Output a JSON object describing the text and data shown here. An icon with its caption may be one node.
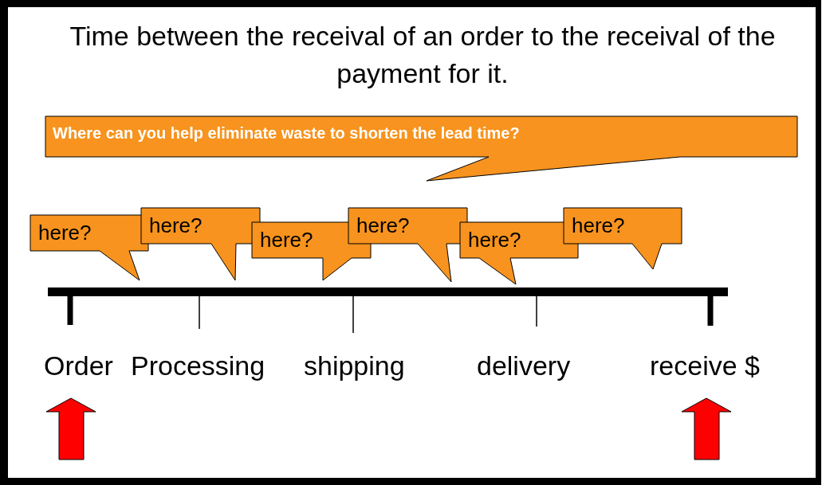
{
  "diagram": {
    "title": "Time between the receival of an order to the receival of the payment for it.",
    "nodes": [
      {
        "text": [
          "Where can you help eliminate waste to shorten the lead time?"
        ]
      },
      {
        "text": [
          "here?"
        ]
      },
      {
        "text": [
          "here?"
        ]
      },
      {
        "text": [
          "here?"
        ]
      },
      {
        "text": [
          "here?"
        ]
      },
      {
        "text": [
          "here?"
        ]
      },
      {
        "text": [
          "here?"
        ]
      }
    ],
    "labels": [
      "Order",
      "Processing",
      "shipping",
      "delivery",
      "receive $"
    ]
  }
}
